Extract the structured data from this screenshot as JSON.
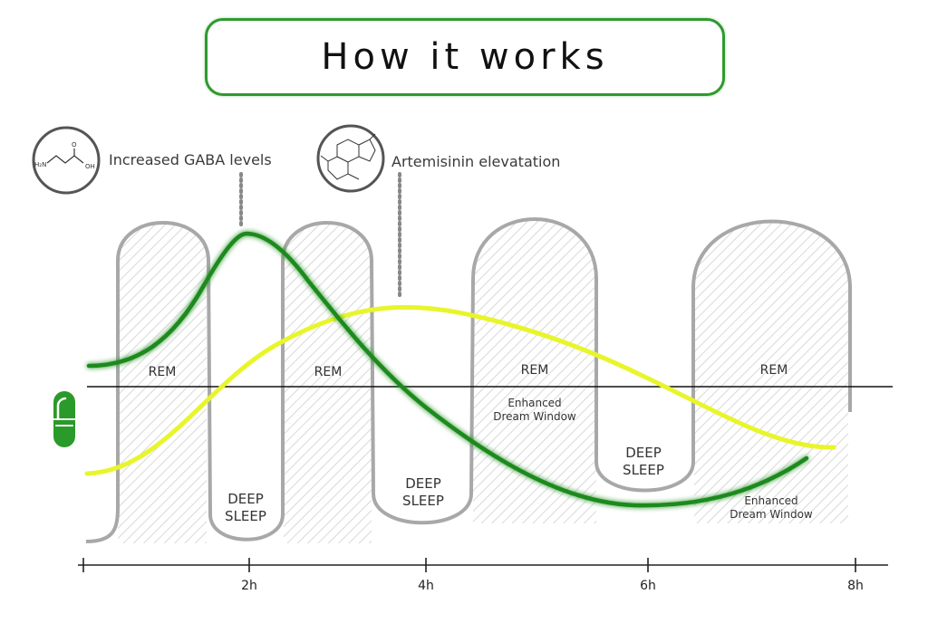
{
  "title": "How it works",
  "icons": {
    "gaba": "gaba-molecule-icon",
    "artemisinin": "artemisinin-molecule-icon",
    "capsule": "capsule-icon"
  },
  "molecule_labels": {
    "gaba_amine": "H₂N",
    "gaba_acid_o": "O",
    "gaba_acid_oh": "OH"
  },
  "annotations": {
    "gaba": "Increased GABA levels",
    "artemisinin": "Artemisinin elevatation"
  },
  "phases": {
    "rem": [
      "REM",
      "REM",
      "REM",
      "REM"
    ],
    "deep_sleep": [
      [
        "DEEP",
        "SLEEP"
      ],
      [
        "DEEP",
        "SLEEP"
      ],
      [
        "DEEP",
        "SLEEP"
      ]
    ],
    "enhanced_dream_window": [
      [
        "Enhanced",
        "Dream Window"
      ],
      [
        "Enhanced",
        "Dream Window"
      ]
    ]
  },
  "axis": {
    "ticks": [
      "2h",
      "4h",
      "6h",
      "8h"
    ]
  },
  "colors": {
    "title_border": "#2e9a2e",
    "gaba_curve": "#1f8a1f",
    "artemisinin_curve": "#e8f52a",
    "hypnogram": "#a8a8a8",
    "hatch": "#cfcfcf",
    "capsule": "#2a9a2a"
  }
}
